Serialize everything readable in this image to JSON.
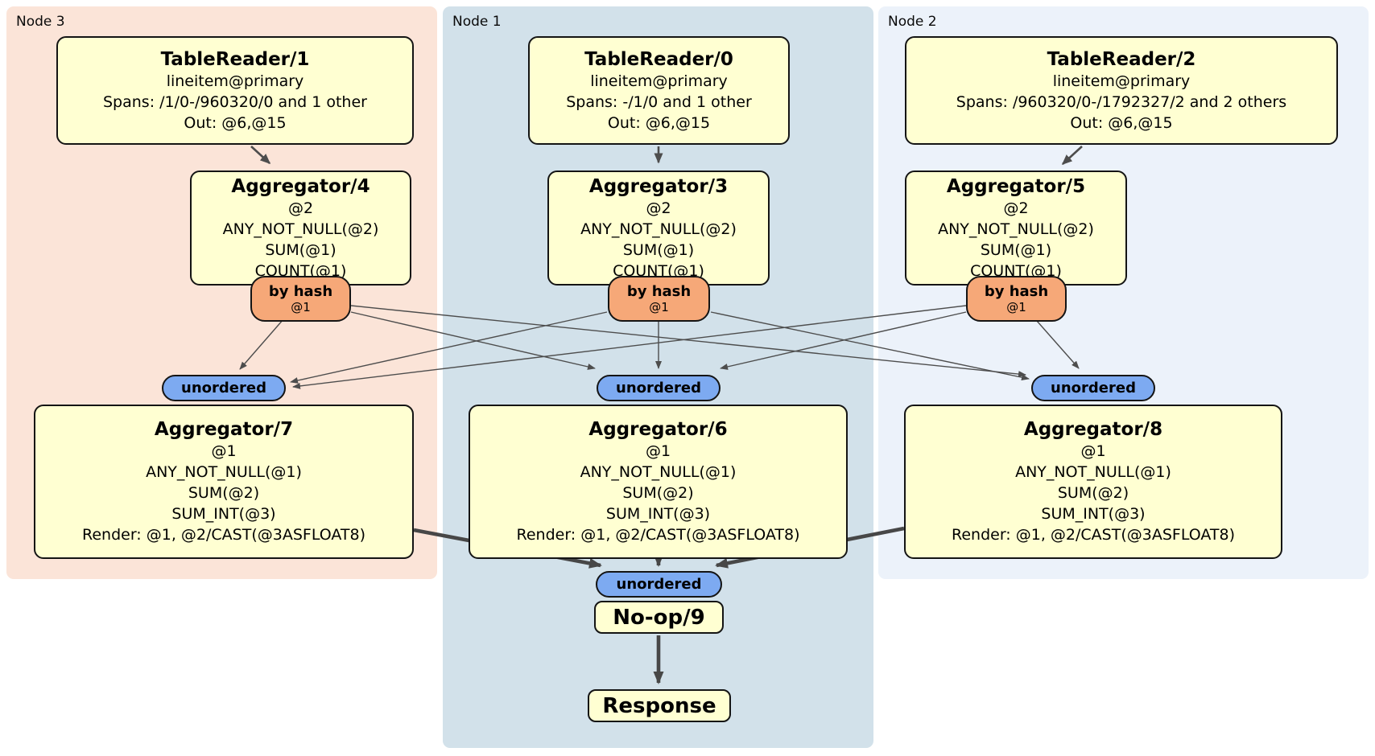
{
  "panels": [
    {
      "label": "Node 3"
    },
    {
      "label": "Node 1"
    },
    {
      "label": "Node 2"
    }
  ],
  "processors": {
    "tablereader1": {
      "title": "TableReader/1",
      "lines": [
        "lineitem@primary",
        "Spans: /1/0-/960320/0 and 1 other",
        "Out: @6,@15"
      ]
    },
    "tablereader0": {
      "title": "TableReader/0",
      "lines": [
        "lineitem@primary",
        "Spans: -/1/0 and 1 other",
        "Out: @6,@15"
      ]
    },
    "tablereader2": {
      "title": "TableReader/2",
      "lines": [
        "lineitem@primary",
        "Spans: /960320/0-/1792327/2 and 2 others",
        "Out: @6,@15"
      ]
    },
    "aggregator4": {
      "title": "Aggregator/4",
      "lines": [
        "@2",
        "ANY_NOT_NULL(@2)",
        "SUM(@1)",
        "COUNT(@1)"
      ]
    },
    "aggregator3": {
      "title": "Aggregator/3",
      "lines": [
        "@2",
        "ANY_NOT_NULL(@2)",
        "SUM(@1)",
        "COUNT(@1)"
      ]
    },
    "aggregator5": {
      "title": "Aggregator/5",
      "lines": [
        "@2",
        "ANY_NOT_NULL(@2)",
        "SUM(@1)",
        "COUNT(@1)"
      ]
    },
    "aggregator7": {
      "title": "Aggregator/7",
      "lines": [
        "@1",
        "ANY_NOT_NULL(@1)",
        "SUM(@2)",
        "SUM_INT(@3)",
        "Render: @1, @2/CAST(@3ASFLOAT8)"
      ]
    },
    "aggregator6": {
      "title": "Aggregator/6",
      "lines": [
        "@1",
        "ANY_NOT_NULL(@1)",
        "SUM(@2)",
        "SUM_INT(@3)",
        "Render: @1, @2/CAST(@3ASFLOAT8)"
      ]
    },
    "aggregator8": {
      "title": "Aggregator/8",
      "lines": [
        "@1",
        "ANY_NOT_NULL(@1)",
        "SUM(@2)",
        "SUM_INT(@3)",
        "Render: @1, @2/CAST(@3ASFLOAT8)"
      ]
    },
    "noop9": {
      "title": "No-op/9"
    },
    "response": {
      "title": "Response"
    }
  },
  "routers": [
    {
      "label": "by hash",
      "detail": "@1"
    },
    {
      "label": "by hash",
      "detail": "@1"
    },
    {
      "label": "by hash",
      "detail": "@1"
    }
  ],
  "syncs": [
    {
      "label": "unordered"
    },
    {
      "label": "unordered"
    },
    {
      "label": "unordered"
    },
    {
      "label": "unordered"
    }
  ],
  "colors": {
    "panel_node3": "#fbe4d8",
    "panel_node1": "#d2e1ea",
    "panel_node2": "#ecf2fa",
    "processor_fill": "#ffffd2",
    "router_fill": "#f6a878",
    "sync_fill": "#7daaf1",
    "edge": "#4d4d4d",
    "border": "#141414"
  }
}
